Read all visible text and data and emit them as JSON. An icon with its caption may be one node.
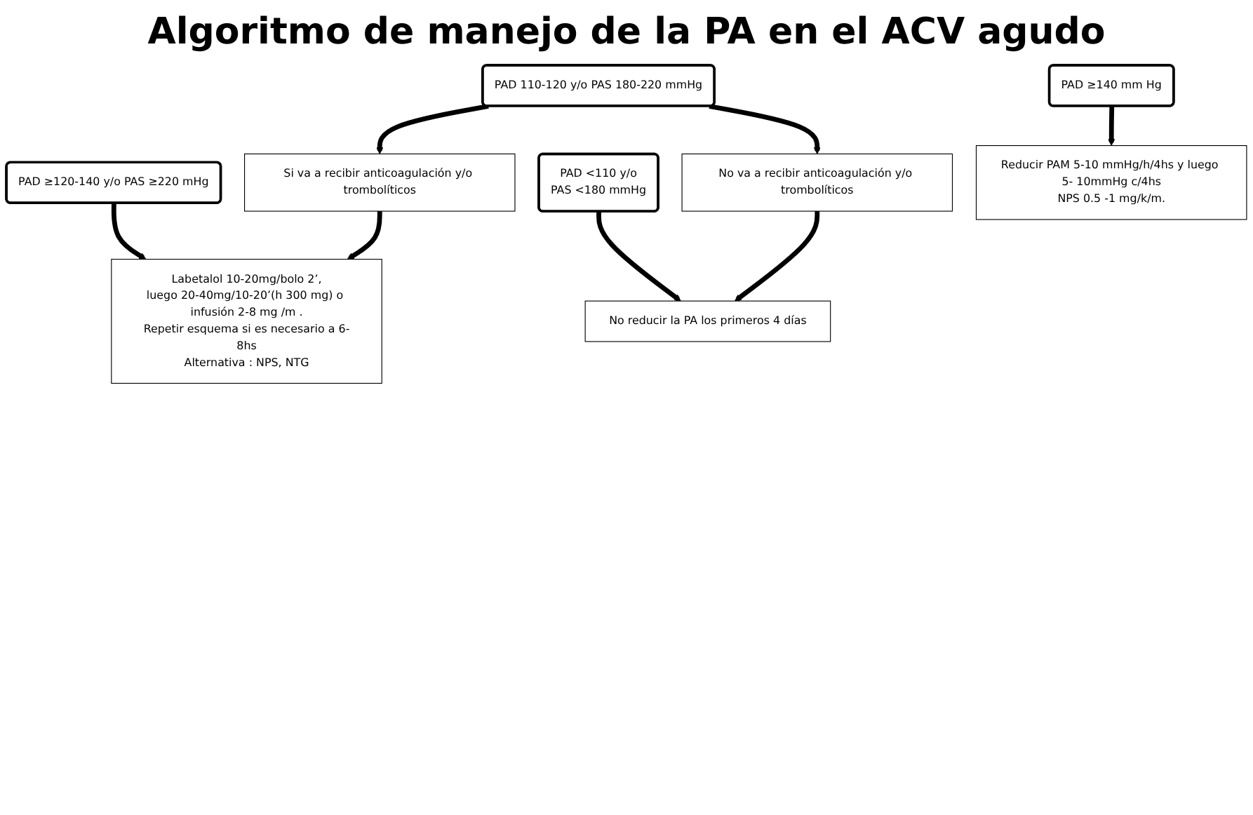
{
  "diagram": {
    "title": "Algoritmo de manejo de la PA en el ACV agudo",
    "nodes": [
      {
        "text": [
          "PAD ≥140 mm Hg"
        ]
      },
      {
        "text": [
          "PAD ≥120-140 y/o PAS ≥220 mHg"
        ]
      },
      {
        "text": [
          "PAD 110-120 y/o PAS 180-220 mmHg"
        ]
      },
      {
        "text": [
          "PAD <110 y/o",
          "PAS <180 mmHg"
        ]
      },
      {
        "text": [
          "Si va a recibir anticoagulación y/o trombolíticos"
        ]
      },
      {
        "text": [
          "No va a recibir anticoagulación y/o trombolíticos"
        ]
      },
      {
        "text": [
          "Reducir PAM 5-10 mmHg/h/4hs y luego 5- 10mmHg c/4hs",
          "NPS 0.5 -1 mg/k/m."
        ]
      },
      {
        "text": [
          "Labetalol 10-20mg/bolo 2’,",
          "luego 20-40mg/10-20’(h 300 mg) o infusión 2-8 mg /m .",
          "Repetir esquema si es necesario a 6-8hs",
          "Alternativa : NPS, NTG"
        ]
      },
      {
        "text": [
          "No reducir la PA los primeros 4 días"
        ]
      }
    ],
    "edges": [
      {
        "from": 0,
        "to": 6,
        "arrow": "to"
      },
      {
        "from": 1,
        "to": 7,
        "arrow": "to"
      },
      {
        "from": 2,
        "to": 4,
        "arrow": "to"
      },
      {
        "from": 2,
        "to": 5,
        "arrow": "to"
      },
      {
        "from": 3,
        "to": 8,
        "arrow": "to"
      },
      {
        "from": 4,
        "to": 7,
        "arrow": "to"
      },
      {
        "from": 5,
        "to": 8,
        "arrow": "to"
      }
    ]
  }
}
